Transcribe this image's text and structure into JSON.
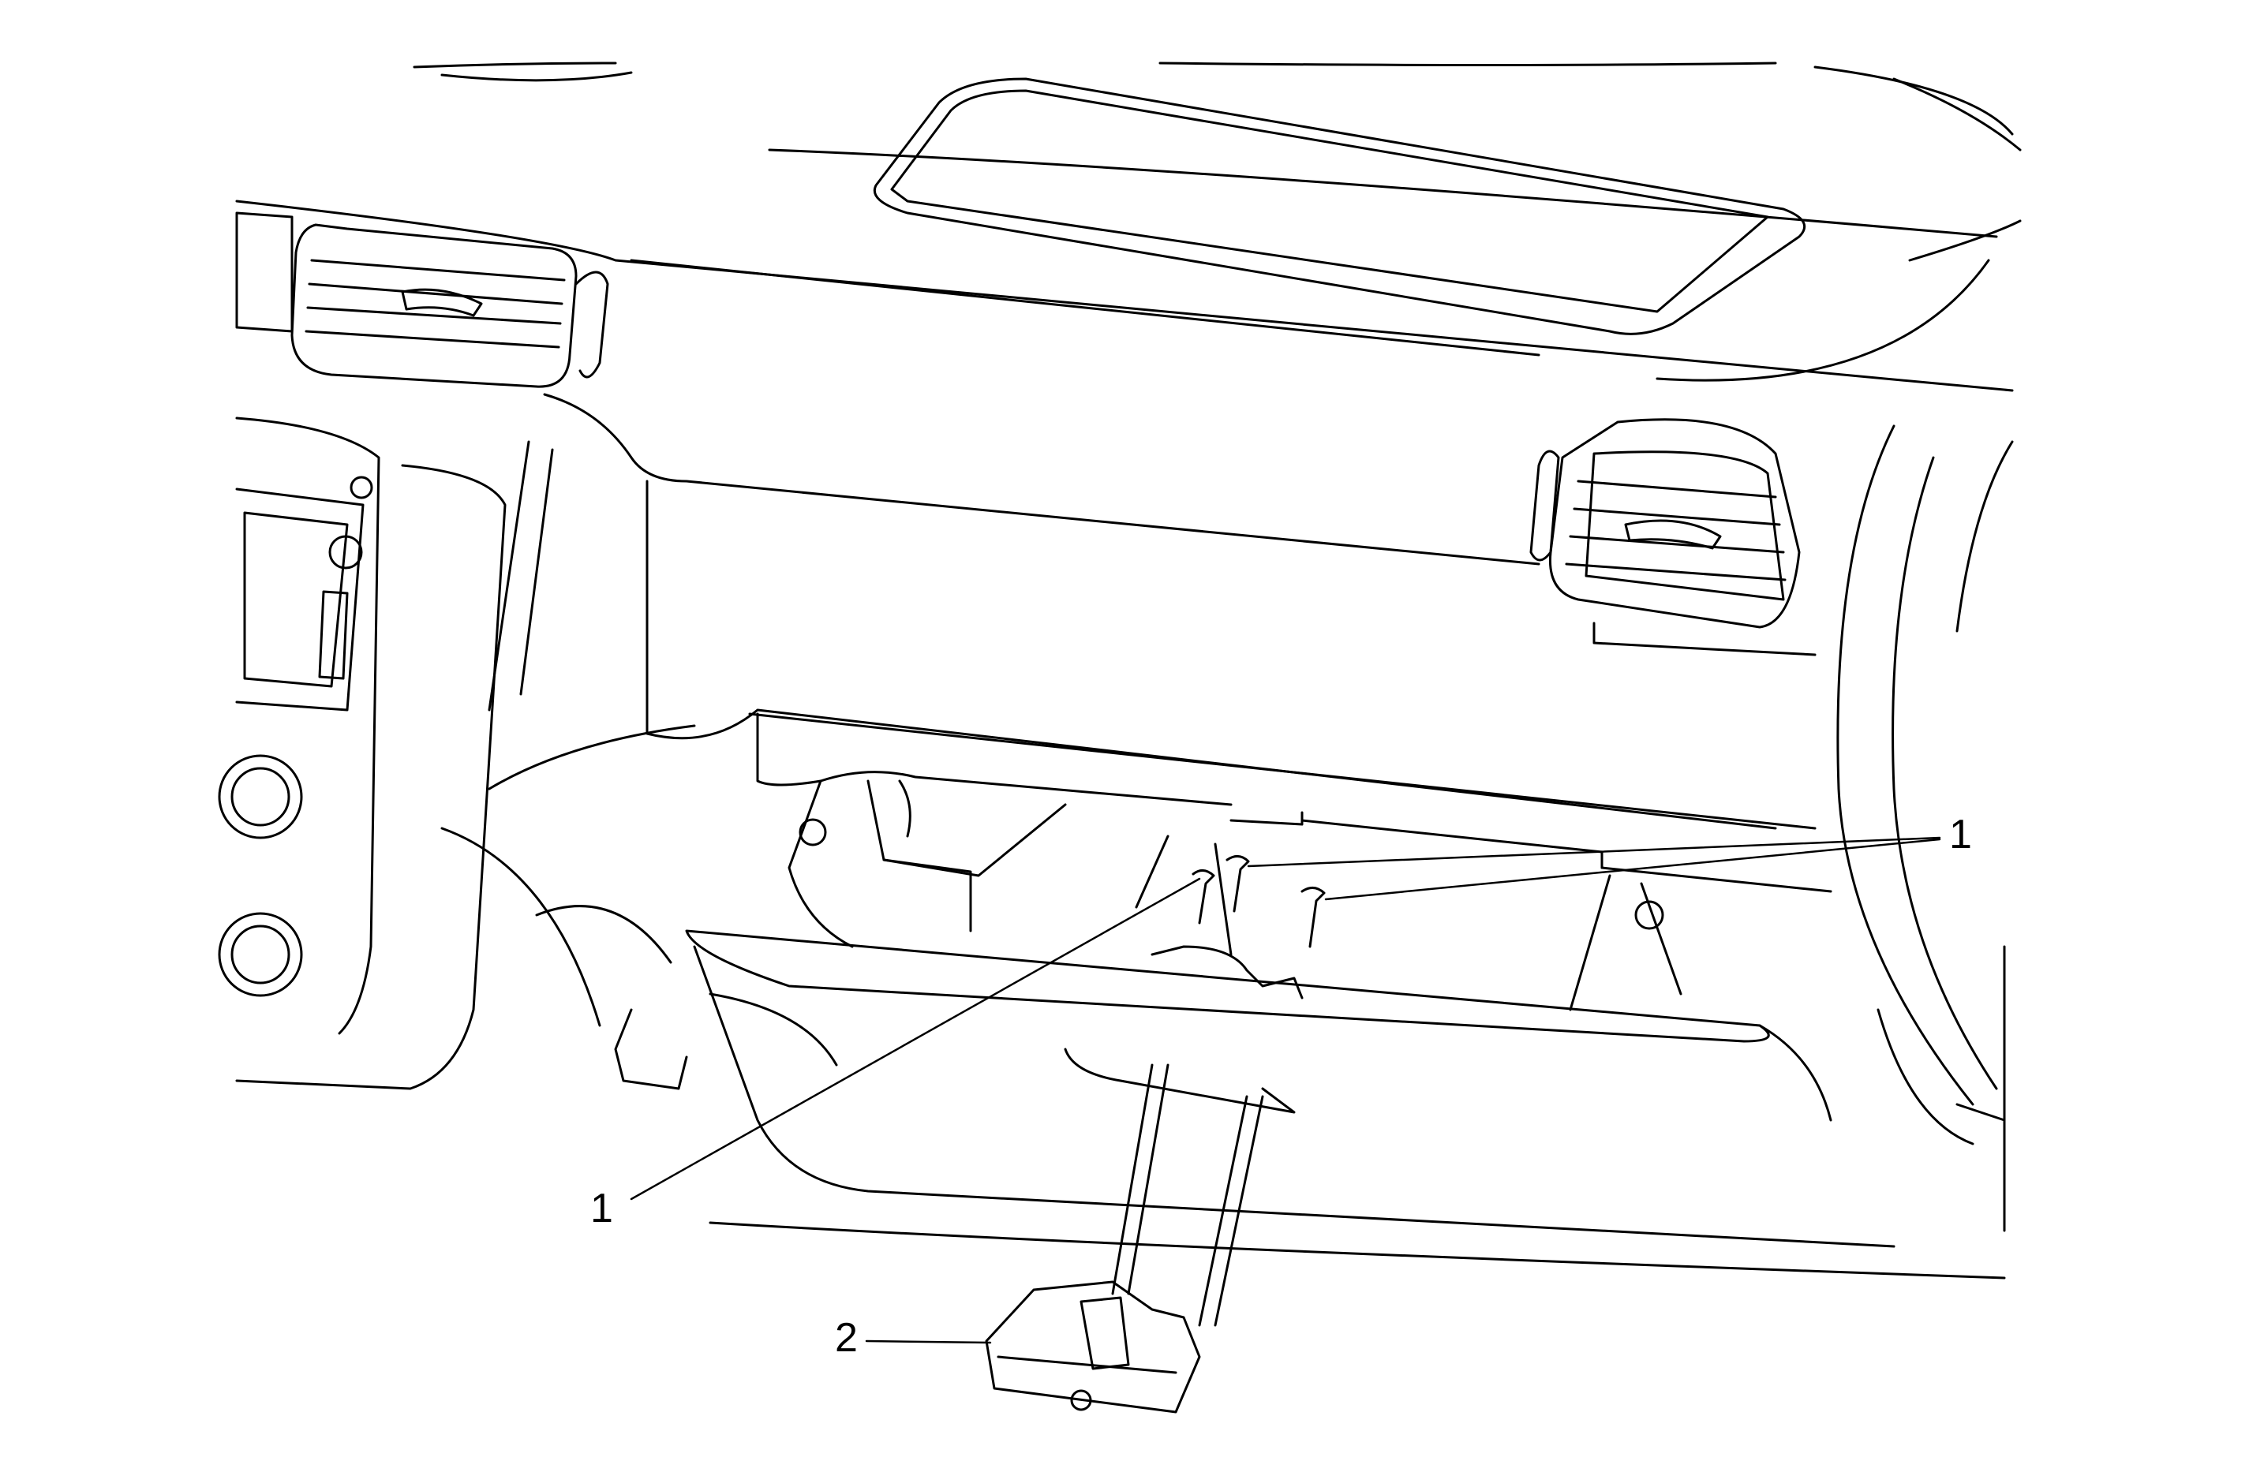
{
  "callouts": {
    "screws_right": "1",
    "screws_left": "1",
    "latch": "2"
  },
  "colors": {
    "line": "#000000",
    "background": "#ffffff"
  }
}
